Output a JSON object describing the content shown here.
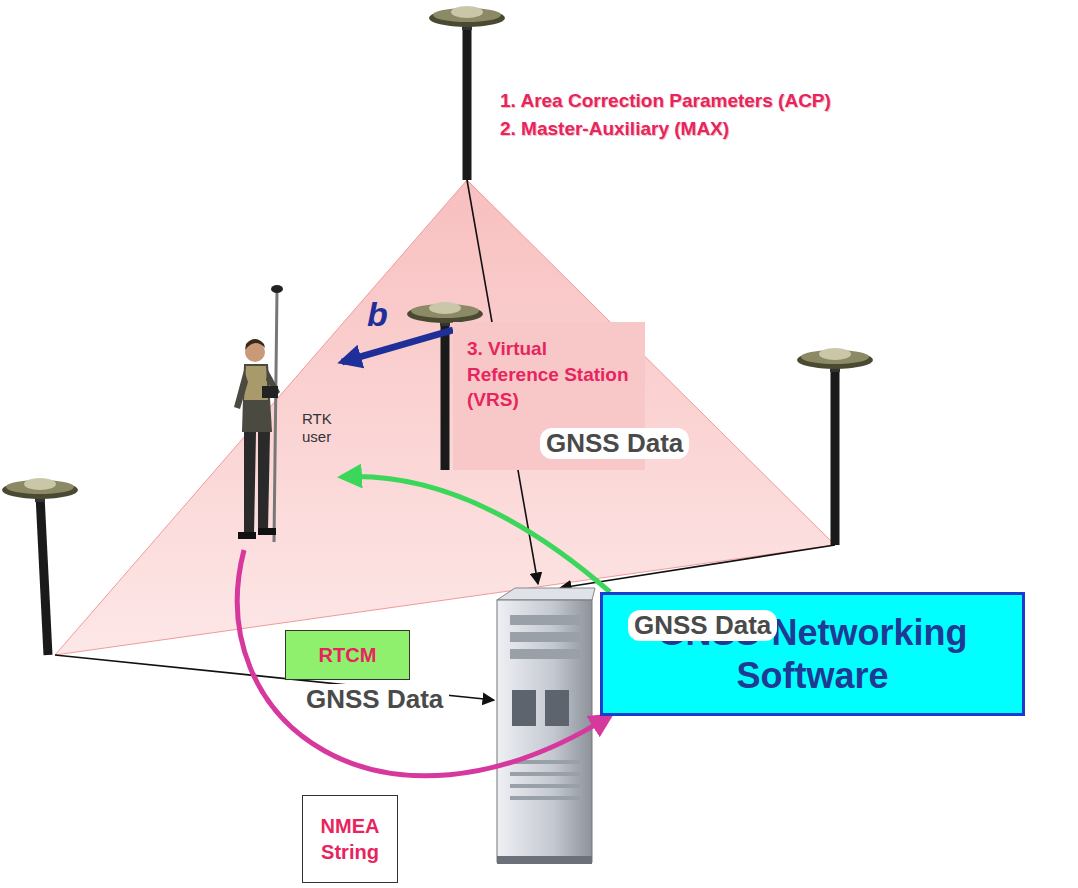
{
  "diagram": {
    "nodes": [
      {
        "text": [
          "RTK user"
        ]
      },
      {
        "text": [
          "3. Virtual Reference Station (VRS)"
        ]
      },
      {
        "text": [
          "RTCM"
        ]
      },
      {
        "text": [
          "NMEA String"
        ]
      },
      {
        "text": [
          "GNSS-Networking Software"
        ]
      }
    ],
    "edges": [
      {
        "from": 4,
        "to": 0,
        "arrow": "to"
      },
      {
        "from": 0,
        "to": 4,
        "arrow": "to"
      },
      {
        "from": 1,
        "to": 0,
        "label": "b",
        "arrow": "to"
      }
    ],
    "labels": [
      "1. Area Correction Parameters (ACP)",
      "2. Master-Auxiliary (MAX)",
      "GNSS Data",
      "GNSS Data",
      "GNSS Data"
    ]
  }
}
